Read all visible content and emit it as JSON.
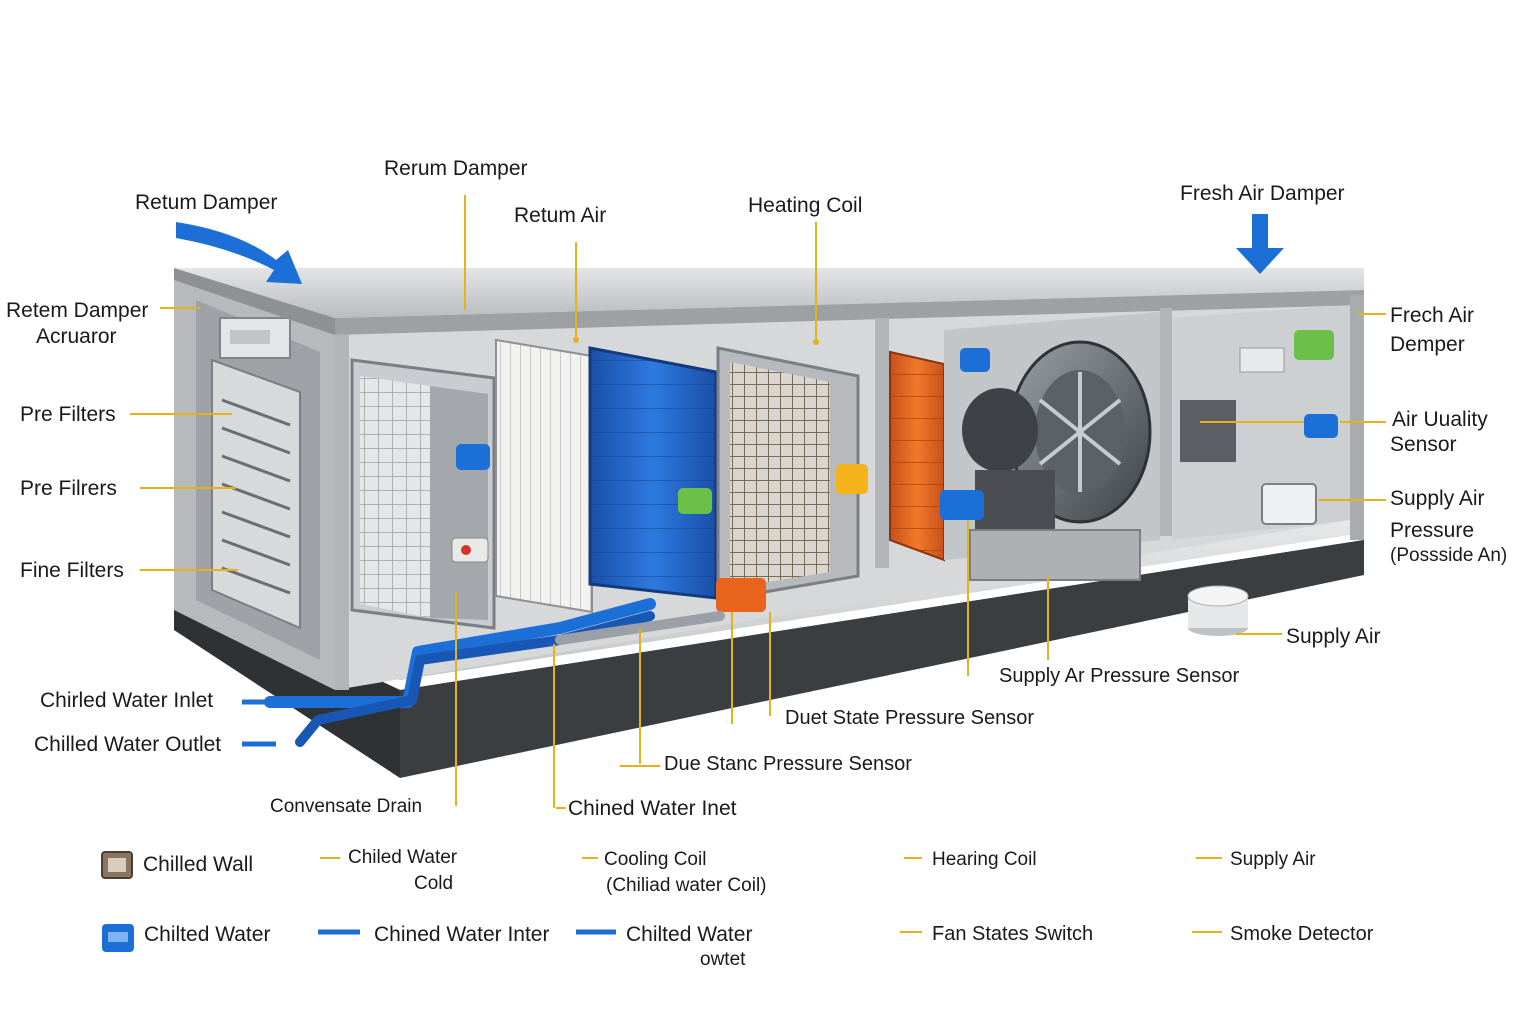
{
  "colors": {
    "leader": "#e6b21b",
    "pipe_blue": "#1d6fd8",
    "coil_orange": "#e8641d",
    "coil_blue": "#2160c9",
    "casing": "#c9cbcd",
    "base": "#4b4e52",
    "sensor_green": "#6cc04a",
    "sensor_yellow": "#f4b21b"
  },
  "labels": {
    "rerum_damper": "Rerum Damper",
    "return_damper": "Retum Damper",
    "return_air": "Retum Air",
    "heating_coil": "Heating Coil",
    "fresh_air_damper": "Fresh Air Damper",
    "retem_damper_actuator_1": "Retem Damper",
    "retem_damper_actuator_2": "Acruaror",
    "pre_filters_1": "Pre Filters",
    "pre_filters_2": "Pre Filrers",
    "fine_filters": "Fine Filters",
    "chilled_water_inlet": "Chirled Water Inlet",
    "chilled_water_outlet": "Chilled Water Outlet",
    "condensate_drain": "Convensate Drain",
    "chilled_water_inlet_2": "Chined Water Inet",
    "duct_static_1": "Due Stanc Pressure Sensor",
    "duct_static_2": "Duet State Pressure Sensor",
    "supply_air_pressure_sensor": "Supply Ar Pressure Sensor",
    "supply_air": "Supply Air",
    "fresh_air_demper_1": "Frech Air",
    "fresh_air_demper_2": "Demper",
    "air_quality_1": "Air Uuality",
    "air_quality_2": "Sensor",
    "supply_air_pressure_1": "Supply Air",
    "supply_air_pressure_2": "Pressure",
    "supply_air_pressure_3": "(Possside An)"
  },
  "legend": {
    "row1": {
      "chilled_wall": "Chilled Wall",
      "chilled_water_cold_1": "Chiled Water",
      "chilled_water_cold_2": "Cold",
      "cooling_coil_1": "Cooling Coil",
      "cooling_coil_2": "(Chiliad water Coil)",
      "heating_coil": "Hearing Coil",
      "supply_air": "Supply Air"
    },
    "row2": {
      "chilled_water": "Chilted Water",
      "chined_water_inter": "Chined Water Inter",
      "chilled_water_outlet_1": "Chilted Water",
      "chilled_water_outlet_2": "owtet",
      "fan_states_switch": "Fan States Switch",
      "smoke_detector": "Smoke Detector"
    }
  }
}
